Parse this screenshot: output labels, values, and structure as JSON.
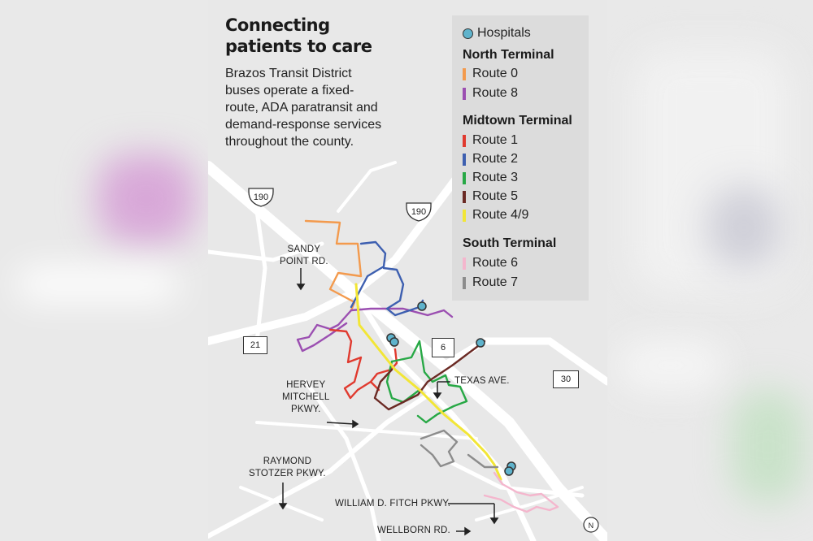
{
  "title_lines": [
    "Connecting",
    "patients to care"
  ],
  "intro_lines": [
    "Brazos Transit District",
    "buses operate a fixed-",
    "route, ADA paratransit and",
    "demand-response services",
    "throughout the county."
  ],
  "legend": {
    "hospitals": "Hospitals",
    "groups": [
      {
        "heading": "North Terminal",
        "routes": [
          {
            "label": "Route 0",
            "color": "#f39a4d"
          },
          {
            "label": "Route 8",
            "color": "#9b4fb1"
          }
        ]
      },
      {
        "heading": "Midtown Terminal",
        "routes": [
          {
            "label": "Route 1",
            "color": "#e03a2f"
          },
          {
            "label": "Route 2",
            "color": "#3d5fb0"
          },
          {
            "label": "Route 3",
            "color": "#27a845"
          },
          {
            "label": "Route 5",
            "color": "#6b2a24"
          },
          {
            "label": "Route 4/9",
            "color": "#f2e636"
          }
        ]
      },
      {
        "heading": "South Terminal",
        "routes": [
          {
            "label": "Route 6",
            "color": "#f4b6cd"
          },
          {
            "label": "Route 7",
            "color": "#8c8c8c"
          }
        ]
      }
    ]
  },
  "map_labels": {
    "hwy_190_a": "190",
    "hwy_190_b": "190",
    "hwy_21": "21",
    "hwy_6": "6",
    "hwy_30": "30",
    "sandy_point": [
      "SANDY",
      "POINT RD."
    ],
    "hervey": [
      "HERVEY",
      "MITCHELL",
      "PKWY."
    ],
    "raymond": [
      "RAYMOND",
      "STOTZER PKWY."
    ],
    "texas": "TEXAS AVE.",
    "fitch": "WILLIAM D. FITCH PKWY.",
    "wellborn": "WELLBORN RD.",
    "north": "N"
  },
  "colors": {
    "hospital": "#5fb3cc",
    "road": "#ffffff",
    "land": "#e8e8e8"
  }
}
